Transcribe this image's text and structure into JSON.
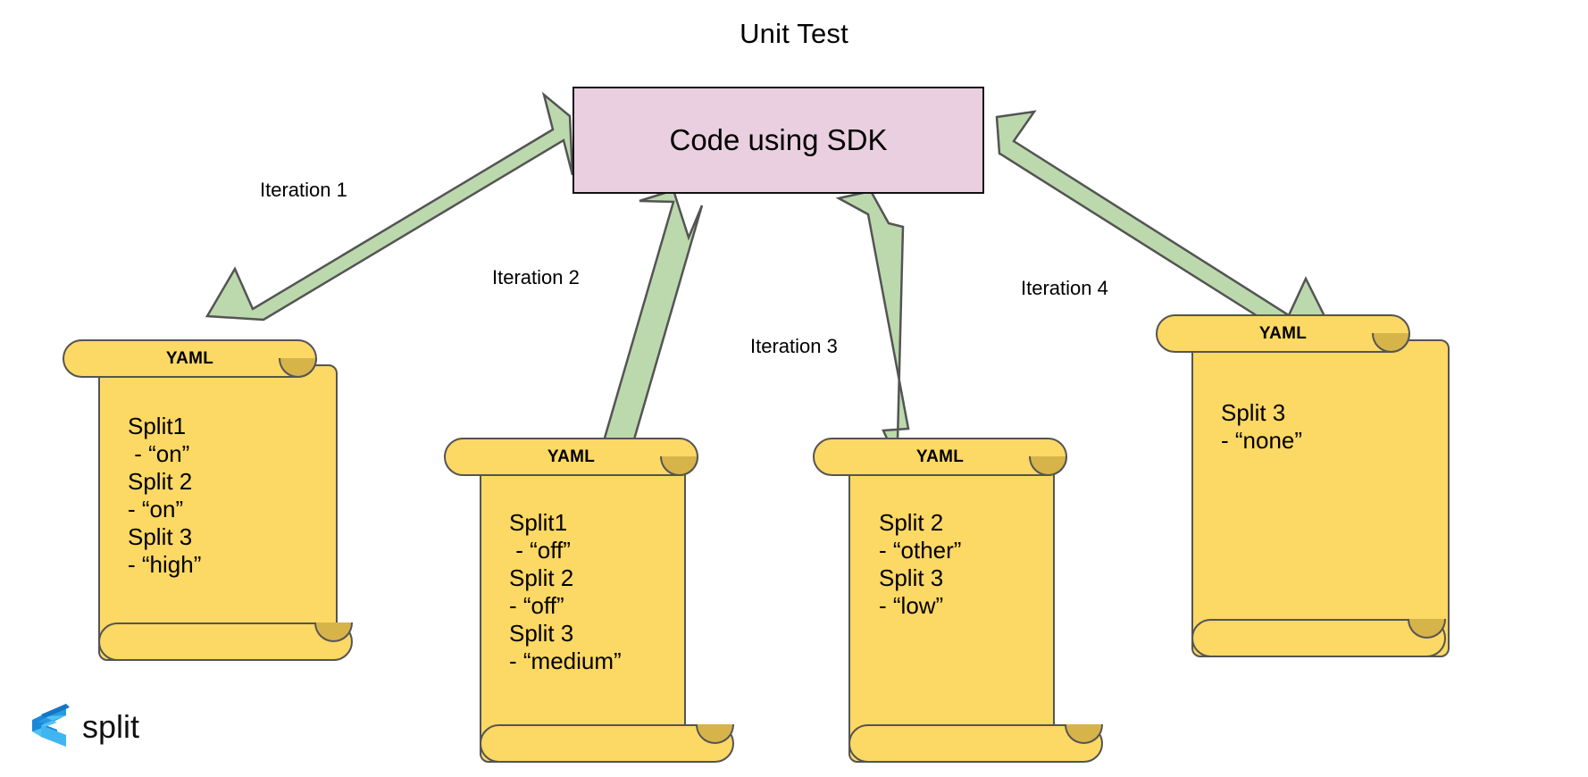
{
  "title": "Unit Test",
  "colors": {
    "arrow_fill": "#bcd9ae",
    "arrow_stroke": "#545454",
    "box_fill": "#e9cfdf",
    "box_stroke": "#111111",
    "scroll_fill": "#fcd864",
    "scroll_stroke": "#545454",
    "scroll_curl_fill": "#d6b44a",
    "logo_blue_dark": "#1a87d8",
    "logo_blue_light": "#4fc3f7"
  },
  "center_box": {
    "label": "Code using SDK"
  },
  "arrows": [
    {
      "name": "iteration-1-arrow",
      "label": "Iteration 1"
    },
    {
      "name": "iteration-2-arrow",
      "label": "Iteration 2"
    },
    {
      "name": "iteration-3-arrow",
      "label": "Iteration 3"
    },
    {
      "name": "iteration-4-arrow",
      "label": "Iteration 4"
    }
  ],
  "scrolls": [
    {
      "id": "scroll-1",
      "title": "YAML",
      "body": "Split1\n - “on”\nSplit 2\n- “on”\nSplit 3\n- “high”"
    },
    {
      "id": "scroll-2",
      "title": "YAML",
      "body": "Split1\n - “off”\nSplit 2\n- “off”\nSplit 3\n- “medium”"
    },
    {
      "id": "scroll-3",
      "title": "YAML",
      "body": "Split 2\n- “other”\nSplit 3\n- “low”"
    },
    {
      "id": "scroll-4",
      "title": "YAML",
      "body": "Split 3\n- “none”"
    }
  ],
  "logo": {
    "wordmark": "split"
  }
}
